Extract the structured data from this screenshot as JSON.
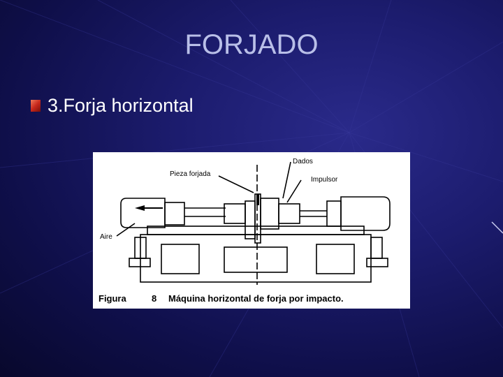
{
  "slide": {
    "title": "FORJADO",
    "bullet": "3.Forja horizontal"
  },
  "figure": {
    "labels": {
      "pieza": "Pieza forjada",
      "dados": "Dados",
      "impulsor": "Impulsor",
      "aire": "Aire"
    },
    "caption_prefix": "Figura",
    "caption_number": "8",
    "caption_text": "Máquina horizontal de forja por impacto."
  },
  "colors": {
    "background": "#1c1c6e",
    "title": "#b9bfe8",
    "bullet": "#c8281c"
  }
}
